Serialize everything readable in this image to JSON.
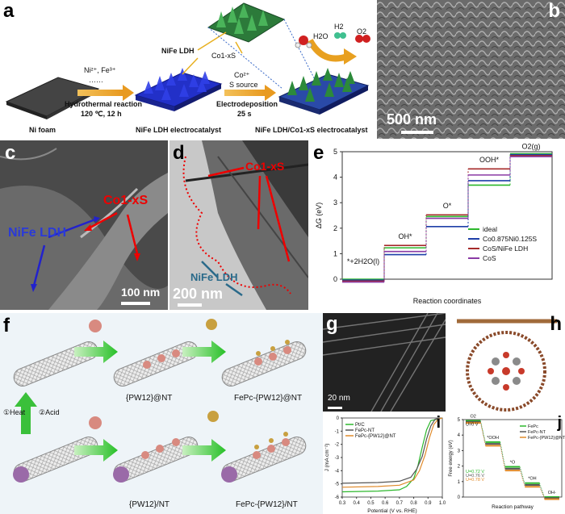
{
  "figure": {
    "a": {
      "label": "a",
      "ions": "Ni²⁺, Fe³⁺",
      "ellipsis": "……",
      "step1_line1": "Hydrothermal reaction",
      "step1_line2": "120 ℃, 12 h",
      "ni_foam": "Ni foam",
      "nife_ldh_top": "NiFe LDH",
      "co1xs_top": "Co1-xS",
      "nife_ldh_electrocatalyst": "NiFe LDH electrocatalyst",
      "step2_line1": "Co²⁺",
      "step2_line2": "S source",
      "step2_line3": "Electrodeposition",
      "step2_line4": "25 s",
      "product": "NiFe LDH/Co1-xS electrocatalyst",
      "h2o": "H2O",
      "h2": "H2",
      "o2": "O2"
    },
    "b": {
      "label": "b",
      "scale": "500 nm"
    },
    "c": {
      "label": "c",
      "co1xs": "Co1-xS",
      "nife": "NiFe LDH",
      "scale": "100 nm"
    },
    "d": {
      "label": "d",
      "co1xs": "Co1-xS",
      "nife": "NiFe LDH",
      "scale": "200 nm"
    },
    "e": {
      "label": "e"
    },
    "f": {
      "label": "f",
      "pw_nt": "{PW12}@NT",
      "fepc_pw_nt": "FePc-{PW12}@NT",
      "pw_on_nt": "{PW12}/NT",
      "fepc_pw_on_nt": "FePc-{PW12}/NT",
      "heat": "①Heat",
      "acid": "②Acid"
    },
    "g": {
      "label": "g",
      "scale": "20 nm"
    },
    "h": {
      "label": "h"
    },
    "i": {
      "label": "i"
    },
    "j": {
      "label": "j"
    }
  },
  "chart_data": [
    {
      "panel": "e",
      "type": "line",
      "xlabel": "Reaction coordinates",
      "ylabel": "ΔG (eV)",
      "ylim": [
        0,
        5
      ],
      "yticks": [
        0,
        1,
        2,
        3,
        4,
        5
      ],
      "steps": [
        "*+2H2O(l)",
        "OH*",
        "O*",
        "OOH*",
        "O2(g)"
      ],
      "series": [
        {
          "name": "ideal",
          "color": "#2db82d",
          "values": [
            0,
            1.23,
            2.46,
            3.69,
            4.92
          ]
        },
        {
          "name": "Co0.875Ni0.125S",
          "color": "#1e3fa8",
          "values": [
            0,
            1.0,
            2.1,
            3.9,
            4.92
          ]
        },
        {
          "name": "CoS/NiFe LDH",
          "color": "#a52a2a",
          "values": [
            0,
            1.4,
            2.6,
            4.4,
            4.92
          ]
        },
        {
          "name": "CoS",
          "color": "#8a3aa5",
          "values": [
            0,
            1.2,
            2.5,
            4.2,
            4.92
          ]
        }
      ]
    },
    {
      "panel": "i",
      "type": "line",
      "xlabel": "Potential (V vs. RHE)",
      "ylabel": "J (mA cm⁻²)",
      "xlim": [
        0.3,
        1.0
      ],
      "ylim": [
        -6,
        0
      ],
      "xticks": [
        0.3,
        0.4,
        0.5,
        0.6,
        0.7,
        0.8,
        0.9,
        1.0
      ],
      "yticks": [
        0,
        -1,
        -2,
        -3,
        -4,
        -5,
        -6
      ],
      "series": [
        {
          "name": "Pt/C",
          "color": "#2db82d",
          "x": [
            0.3,
            0.55,
            0.7,
            0.75,
            0.8,
            0.83,
            0.86,
            0.89,
            0.92,
            1.0
          ],
          "y": [
            -5.6,
            -5.55,
            -5.45,
            -5.2,
            -4.6,
            -3.6,
            -2.2,
            -0.9,
            -0.2,
            0
          ]
        },
        {
          "name": "FePc-NT",
          "color": "#555555",
          "x": [
            0.3,
            0.55,
            0.7,
            0.78,
            0.82,
            0.86,
            0.89,
            0.92,
            0.95,
            1.0
          ],
          "y": [
            -4.95,
            -4.9,
            -4.8,
            -4.5,
            -3.9,
            -2.9,
            -1.6,
            -0.6,
            -0.1,
            0
          ]
        },
        {
          "name": "FePc-{PW12}@NT",
          "color": "#e08a2a",
          "x": [
            0.3,
            0.55,
            0.7,
            0.8,
            0.84,
            0.88,
            0.91,
            0.94,
            0.97,
            1.0
          ],
          "y": [
            -5.25,
            -5.2,
            -5.1,
            -4.7,
            -4.0,
            -2.8,
            -1.5,
            -0.5,
            -0.1,
            0
          ]
        }
      ]
    },
    {
      "panel": "j",
      "type": "line",
      "xlabel": "Reaction pathway",
      "ylabel": "Free energy (eV)",
      "ylim": [
        0,
        5
      ],
      "yticks": [
        0,
        1,
        2,
        3,
        4,
        5
      ],
      "steps": [
        "O2",
        "*OOH",
        "*O",
        "*OH",
        "OH-"
      ],
      "potential_labels": [
        "U=0 V",
        "U=0.72 V",
        "U=0.76 V",
        "U=0.78 V"
      ],
      "series": [
        {
          "name": "FePc",
          "color": "#2db82d",
          "values": [
            4.92,
            3.55,
            1.95,
            0.9,
            0
          ]
        },
        {
          "name": "FePc-NT",
          "color": "#555555",
          "values": [
            4.92,
            3.5,
            1.9,
            0.85,
            0
          ]
        },
        {
          "name": "FePc-{PW12}@NT",
          "color": "#e08a2a",
          "values": [
            4.92,
            3.45,
            1.85,
            0.8,
            0
          ]
        }
      ]
    }
  ]
}
